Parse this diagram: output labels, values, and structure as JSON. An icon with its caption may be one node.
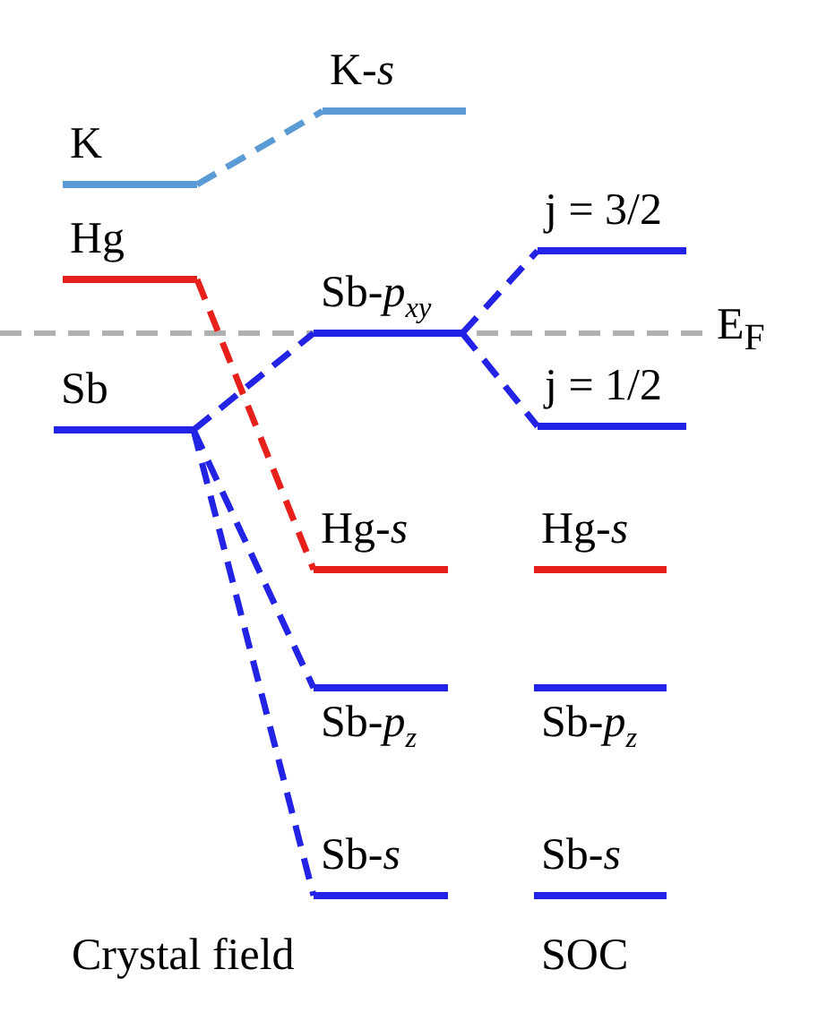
{
  "diagram": {
    "nodes": [
      {
        "text": [
          "K"
        ]
      },
      {
        "text": [
          "K-*s*"
        ]
      },
      {
        "text": [
          "Hg"
        ]
      },
      {
        "text": [
          "Sb"
        ]
      },
      {
        "text": [
          "Sb-*p*$_{xy}$"
        ]
      },
      {
        "text": [
          "j = 3/2"
        ]
      },
      {
        "text": [
          "j = 1/2"
        ]
      },
      {
        "text": [
          "Hg-*s*"
        ]
      },
      {
        "text": [
          "Hg-*s*"
        ]
      },
      {
        "text": [
          "Sb-*p*$_{z}$"
        ]
      },
      {
        "text": [
          "Sb-*p*$_{z}$"
        ]
      },
      {
        "text": [
          "Sb-*s*"
        ]
      },
      {
        "text": [
          "Sb-*s*"
        ]
      }
    ],
    "edges": [
      {
        "from": 0,
        "to": 1,
        "arrow": "none",
        "style": "dashed",
        "color": "#5b9bd5"
      },
      {
        "from": 2,
        "to": 7,
        "arrow": "none",
        "style": "dashed",
        "color": "#e8201c"
      },
      {
        "from": 3,
        "to": 4,
        "arrow": "none",
        "style": "dashed"
      },
      {
        "from": 3,
        "to": 9,
        "arrow": "none",
        "style": "dashed"
      },
      {
        "from": 3,
        "to": 11,
        "arrow": "none",
        "style": "dashed"
      },
      {
        "from": 4,
        "to": 5,
        "arrow": "none",
        "style": "dashed"
      },
      {
        "from": 4,
        "to": 6,
        "arrow": "none",
        "style": "dashed"
      }
    ],
    "labels": [
      "E$_{F}$",
      "Crystal field",
      "SOC"
    ]
  }
}
